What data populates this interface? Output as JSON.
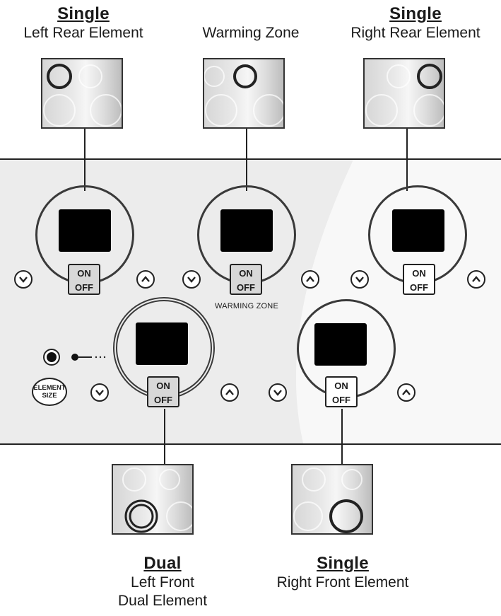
{
  "captions": {
    "left_rear": {
      "kind": "Single",
      "desc": "Left Rear Element"
    },
    "warming": {
      "kind": "",
      "desc": "Warming Zone"
    },
    "right_rear": {
      "kind": "Single",
      "desc": "Right Rear Element"
    },
    "left_front": {
      "kind": "Dual",
      "desc": "Left Front",
      "desc2": "Dual Element"
    },
    "right_front": {
      "kind": "Single",
      "desc": "Right Front Element"
    }
  },
  "controls": {
    "on_label": "ON",
    "off_label": "OFF",
    "warming_zone_label": "WARMING ZONE",
    "element_size_label_1": "ELEMENT",
    "element_size_label_2": "SIZE"
  },
  "icons": {
    "down": "chevron-down-icon",
    "up": "chevron-up-icon"
  },
  "colors": {
    "panel": "#ececec",
    "display": "#000000",
    "outline": "#222222"
  }
}
